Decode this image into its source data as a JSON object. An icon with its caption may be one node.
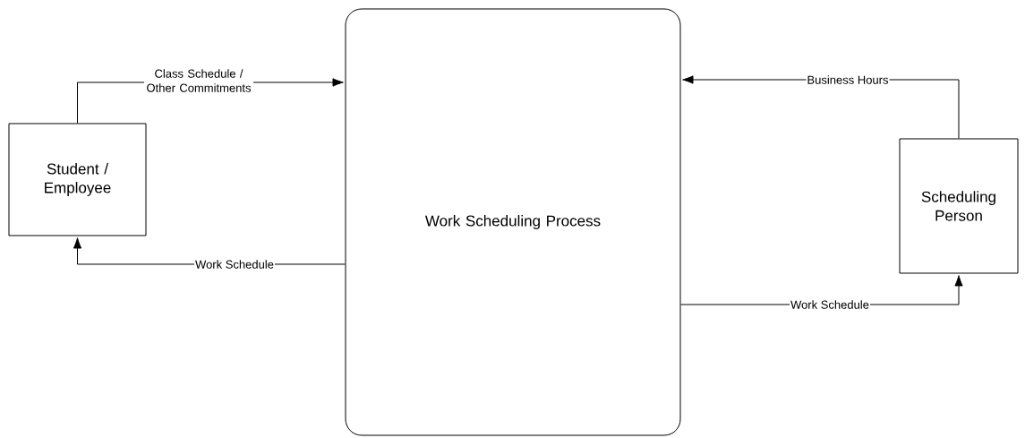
{
  "diagram": {
    "nodes": [
      {
        "text": [
          "Student / Employee"
        ]
      },
      {
        "text": [
          "Work Scheduling Process"
        ]
      },
      {
        "text": [
          "Scheduling Person"
        ]
      }
    ],
    "edges": [
      {
        "from": 0,
        "to": 1,
        "arrow": "to",
        "label": "Class Schedule / Other Commitments"
      },
      {
        "from": 1,
        "to": 0,
        "arrow": "to",
        "label": "Work Schedule"
      },
      {
        "from": 2,
        "to": 1,
        "arrow": "to",
        "label": "Business Hours"
      },
      {
        "from": 1,
        "to": 2,
        "arrow": "to",
        "label": "Work Schedule"
      }
    ]
  }
}
